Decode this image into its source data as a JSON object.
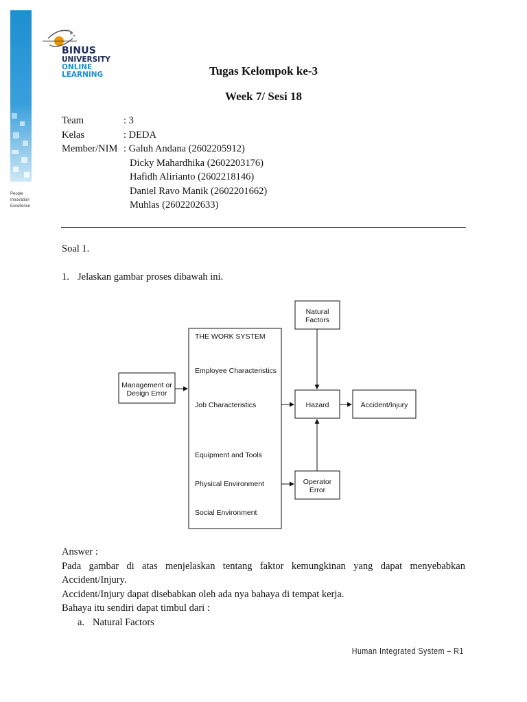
{
  "logo": {
    "line1": "BINUS",
    "line2": "UNIVERSITY",
    "line3": "ONLINE",
    "line4": "LEARNING"
  },
  "tagline": [
    "People",
    "Innovation",
    "Excellence"
  ],
  "doc": {
    "title": "Tugas Kelompok ke-3",
    "subtitle": "Week 7/ Sesi 18"
  },
  "meta": {
    "team_label": "Team",
    "team_value": ": 3",
    "kelas_label": "Kelas",
    "kelas_value": ": DEDA",
    "member_label": "Member/NIM",
    "member_prefix": ": ",
    "members": [
      "Galuh Andana (2602205912)",
      "Dicky Mahardhika (2602203176)",
      "Hafidh Alirianto (2602218146)",
      "Daniel Ravo Manik (2602201662)",
      "Muhlas (2602202633)"
    ]
  },
  "soal": {
    "heading": "Soal 1.",
    "question_number": "1.",
    "question": "Jelaskan gambar proses dibawah ini."
  },
  "diagram": {
    "natural_factors": [
      "Natural",
      "Factors"
    ],
    "management_error": [
      "Management or",
      "Design Error"
    ],
    "work_system_title": "THE WORK SYSTEM",
    "work_system_items": [
      "Employee Characteristics",
      "Job Characteristics",
      "Equipment and Tools",
      "Physical Environment",
      "Social Environment"
    ],
    "hazard": "Hazard",
    "accident": "Accident/Injury",
    "operator_error": [
      "Operator",
      "Error"
    ]
  },
  "answer": {
    "label": "Answer :",
    "para1": "Pada gambar di atas menjelaskan tentang faktor kemungkinan yang dapat menyebabkan Accident/Injury.",
    "para2": "Accident/Injury dapat disebabkan oleh ada nya bahaya di tempat kerja.",
    "para3": "Bahaya itu sendiri dapat timbul dari :",
    "list_marker": "a.",
    "list_item_a": "Natural Factors"
  },
  "footer": {
    "text": "Human Integrated System – R1"
  }
}
